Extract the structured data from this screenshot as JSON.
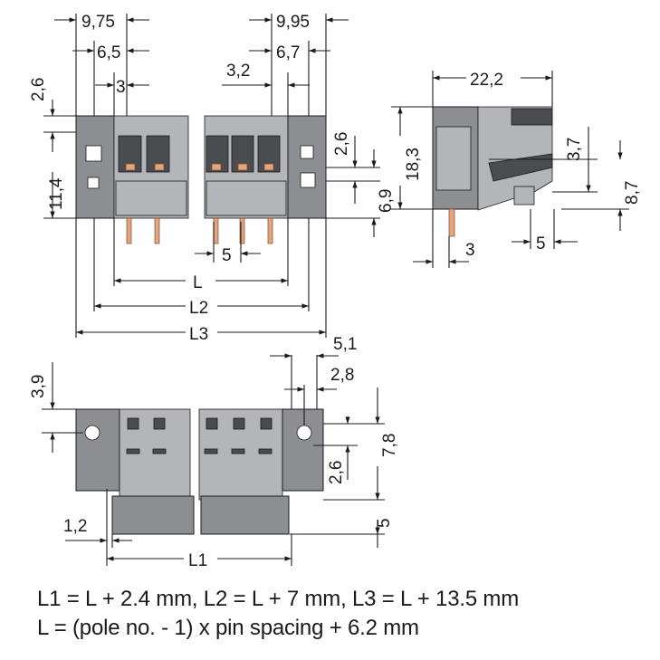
{
  "top_view": {
    "dims": {
      "d1": "9,75",
      "d2": "6,5",
      "d3": "3",
      "d4": "9,95",
      "d5": "6,7",
      "d6": "3,2",
      "d7": "2,6",
      "d8": "2,6",
      "d9": "11,4",
      "d10": "6,9",
      "d11": "5",
      "d12": "L",
      "d13": "L2",
      "d14": "L3"
    }
  },
  "side_view": {
    "dims": {
      "d1": "22,2",
      "d2": "18,3",
      "d3": "3,7",
      "d4": "8,7",
      "d5": "5",
      "d6": "3"
    }
  },
  "front_view": {
    "dims": {
      "d1": "3,9",
      "d2": "5,1",
      "d3": "2,8",
      "d4": "7,8",
      "d5": "2,6",
      "d6": "5",
      "d7": "1,2",
      "d8": "L1"
    }
  },
  "formulas": {
    "line1": "L1 = L + 2.4 mm, L2 = L + 7 mm, L3 = L + 13.5 mm",
    "line2": "L = (pole no. - 1) x pin spacing + 6.2 mm"
  },
  "colors": {
    "housing": "#8c8e91",
    "housing_light": "#b3b5b8",
    "pin": "#e3a47e",
    "line": "#1a1a1a"
  }
}
